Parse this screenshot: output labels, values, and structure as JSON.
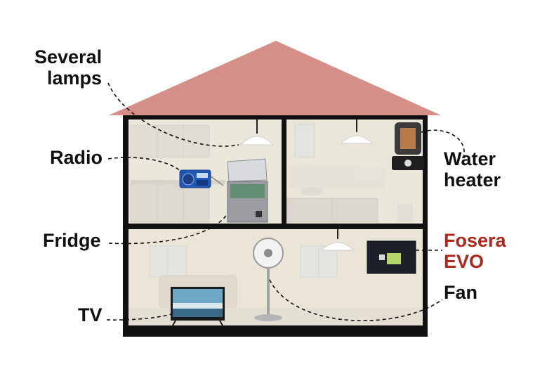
{
  "labels": {
    "several_lamps_line1": "Several",
    "several_lamps_line2": "lamps",
    "radio": "Radio",
    "fridge": "Fridge",
    "tv": "TV",
    "water_heater_line1": "Water",
    "water_heater_line2": "heater",
    "fosera_line1": "Fosera",
    "fosera_line2": "EVO",
    "fan": "Fan"
  },
  "colors": {
    "roof": "#d58f86",
    "wall": "#ece7db",
    "frame": "#111111",
    "accent": "#b0271c",
    "callout_line": "#111111"
  },
  "icons": [
    "lamp-icon",
    "radio-icon",
    "fridge-icon",
    "tv-icon",
    "water-heater-icon",
    "fan-icon",
    "fosera-evo-icon"
  ]
}
